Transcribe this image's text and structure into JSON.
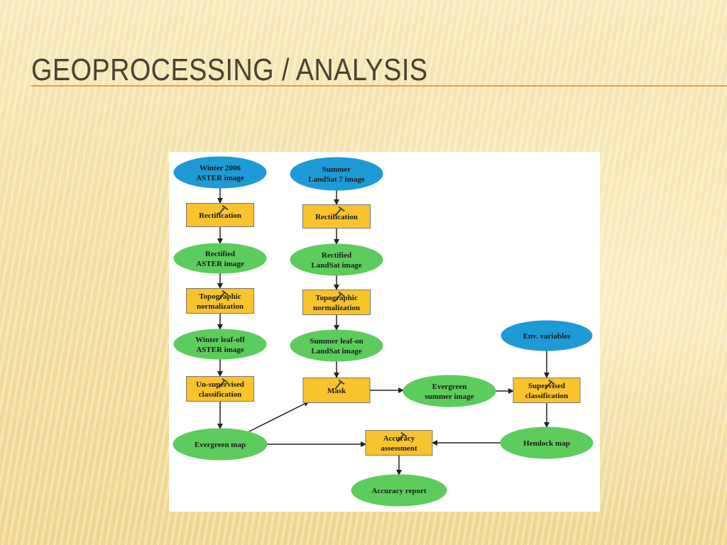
{
  "slide": {
    "title": "GEOPROCESSING / ANALYSIS"
  },
  "colors": {
    "accent_rule": "#e0a33a",
    "input_ellipse": "#1e9ad6",
    "data_ellipse": "#5ccc5c",
    "process_box": "#f8c32c"
  },
  "diagram": {
    "input_winter": [
      "Winter 2006",
      "ASTER image"
    ],
    "input_summer": [
      "Summer",
      "LandSat 7 image"
    ],
    "rectification_left": [
      "Rectification"
    ],
    "rectification_right": [
      "Rectification"
    ],
    "rectified_aster": [
      "Rectified",
      "ASTER image"
    ],
    "rectified_landsat": [
      "Rectified",
      "LandSat image"
    ],
    "topo_left": [
      "Topographic",
      "normalization"
    ],
    "topo_right": [
      "Topographic",
      "normalization"
    ],
    "winter_leafoff": [
      "Winter leaf-off",
      "ASTER image"
    ],
    "summer_leafon": [
      "Summer leaf-on",
      "LandSat image"
    ],
    "unsupervised": [
      "Un-supervised",
      "classification"
    ],
    "mask": [
      "Mask"
    ],
    "evergreen_summer": [
      "Evergreen",
      "summer image"
    ],
    "env_variables": [
      "Env. variables"
    ],
    "supervised": [
      "Supervised",
      "classification"
    ],
    "evergreen_map": [
      "Evergreen map"
    ],
    "accuracy_assessment": [
      "Accuracy",
      "assessment"
    ],
    "hemlock_map": [
      "Hemlock map"
    ],
    "accuracy_report": [
      "Accuracy report"
    ]
  }
}
